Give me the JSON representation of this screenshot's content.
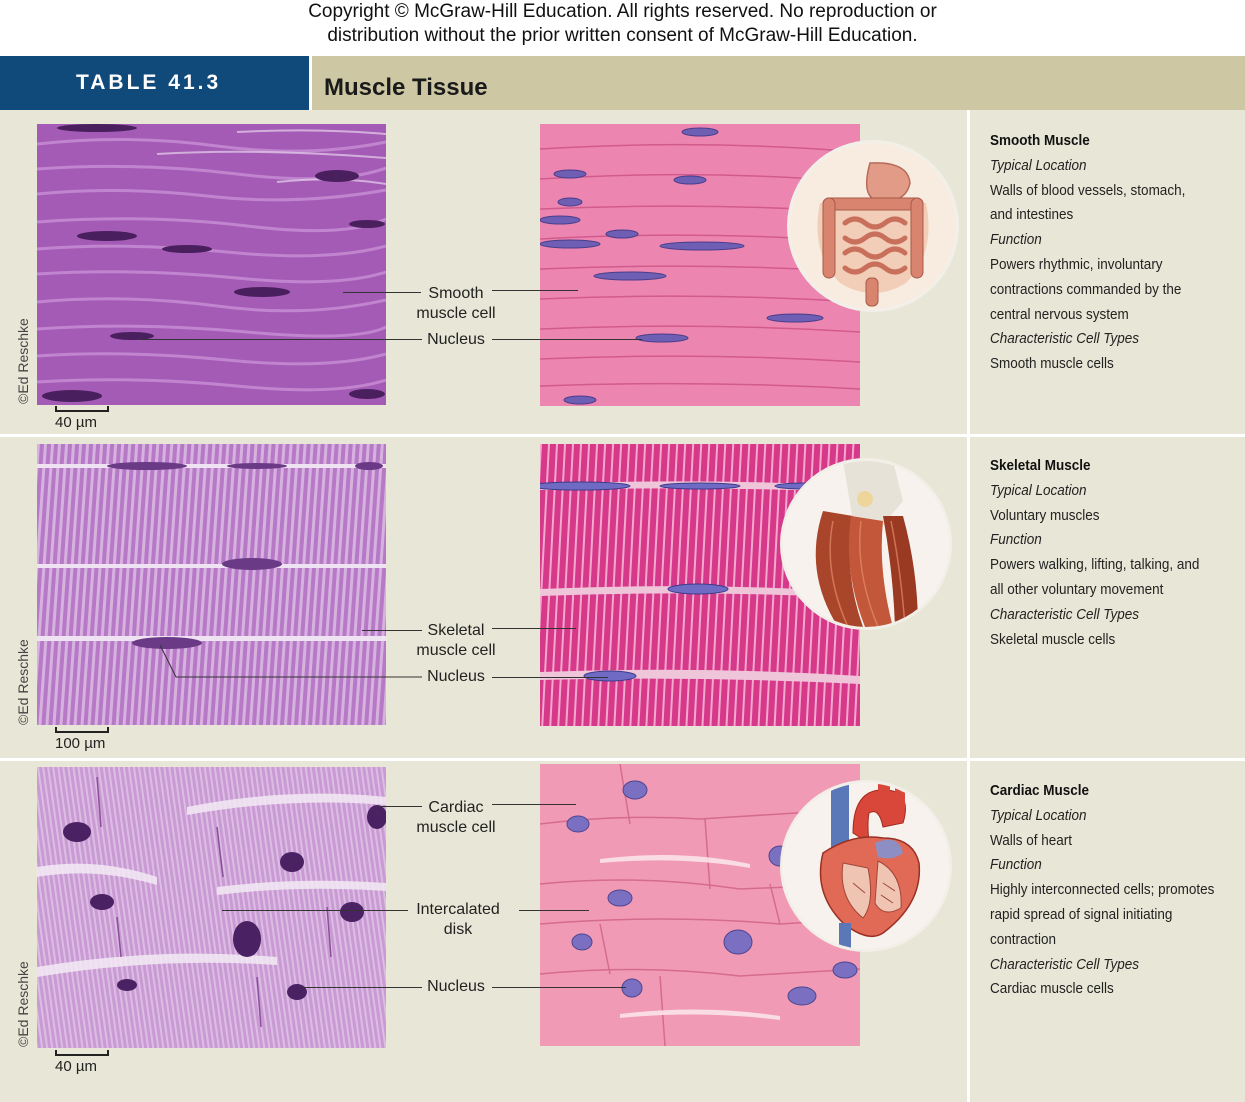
{
  "copyright": {
    "line1": "Copyright © McGraw-Hill Education. All rights reserved. No reproduction or",
    "line2": "distribution without the prior written consent of McGraw-Hill Education."
  },
  "header": {
    "table_label": "TABLE 41.3",
    "title": "Muscle Tissue"
  },
  "colors": {
    "header_tag": "#0f4a7b",
    "header_title": "#cdc7a4",
    "row_bg": "#e8e6d6"
  },
  "rows": [
    {
      "credit": "©Ed Reschke",
      "scale": "40 µm",
      "labels": {
        "cell_1": "Smooth",
        "cell_2": "muscle cell",
        "nucleus": "Nucleus"
      },
      "illustration": "intestines-illustration",
      "heading": "Smooth Muscle",
      "location_label": "Typical Location",
      "location_1": "Walls of blood vessels, stomach,",
      "location_2": "and intestines",
      "function_label": "Function",
      "function_1": "Powers rhythmic, involuntary",
      "function_2": "contractions commanded by the",
      "function_3": "central nervous system",
      "cells_label": "Characteristic Cell Types",
      "cells": "Smooth muscle cells"
    },
    {
      "credit": "©Ed Reschke",
      "scale": "100 µm",
      "labels": {
        "cell_1": "Skeletal",
        "cell_2": "muscle cell",
        "nucleus": "Nucleus"
      },
      "illustration": "skeletal-muscle-illustration",
      "heading": "Skeletal Muscle",
      "location_label": "Typical Location",
      "location_1": "Voluntary muscles",
      "function_label": "Function",
      "function_1": "Powers walking, lifting, talking, and",
      "function_2": "all other voluntary movement",
      "cells_label": "Characteristic Cell Types",
      "cells": "Skeletal muscle cells"
    },
    {
      "credit": "©Ed Reschke",
      "scale": "40 µm",
      "labels": {
        "cell_1": "Cardiac",
        "cell_2": "muscle cell",
        "disk_1": "Intercalated",
        "disk_2": "disk",
        "nucleus": "Nucleus"
      },
      "illustration": "heart-illustration",
      "heading": "Cardiac Muscle",
      "location_label": "Typical Location",
      "location_1": "Walls of heart",
      "function_label": "Function",
      "function_1": "Highly interconnected cells; promotes",
      "function_2": "rapid spread of signal initiating",
      "function_3": "contraction",
      "cells_label": "Characteristic Cell Types",
      "cells": "Cardiac muscle cells"
    }
  ]
}
